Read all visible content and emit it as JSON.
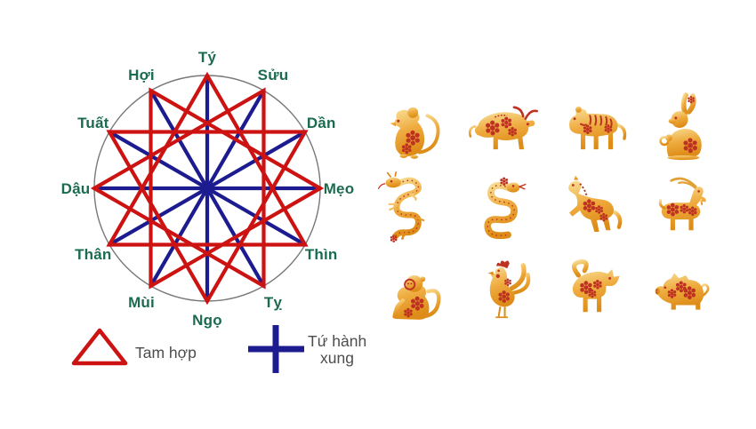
{
  "page": {
    "background": "#ffffff"
  },
  "diagram": {
    "signs": [
      {
        "key": "rat",
        "label": "Tý"
      },
      {
        "key": "ox",
        "label": "Sửu"
      },
      {
        "key": "tiger",
        "label": "Dần"
      },
      {
        "key": "cat",
        "label": "Mẹo"
      },
      {
        "key": "dragon",
        "label": "Thìn"
      },
      {
        "key": "snake",
        "label": "Tỵ"
      },
      {
        "key": "horse",
        "label": "Ngọ"
      },
      {
        "key": "goat",
        "label": "Mùi"
      },
      {
        "key": "monkey",
        "label": "Thân"
      },
      {
        "key": "rooster",
        "label": "Dậu"
      },
      {
        "key": "dog",
        "label": "Tuất"
      },
      {
        "key": "pig",
        "label": "Hợi"
      }
    ],
    "tam_hop_groups": [
      [
        "Tý",
        "Thìn",
        "Thân"
      ],
      [
        "Sửu",
        "Tỵ",
        "Dậu"
      ],
      [
        "Dần",
        "Ngọ",
        "Tuất"
      ],
      [
        "Mẹo",
        "Mùi",
        "Hợi"
      ]
    ],
    "tu_hanh_xung_groups": [
      [
        "Tý",
        "Ngọ",
        "Mẹo",
        "Dậu"
      ],
      [
        "Dần",
        "Thân",
        "Tỵ",
        "Hợi"
      ],
      [
        "Thìn",
        "Tuất",
        "Sửu",
        "Mùi"
      ]
    ],
    "colors": {
      "tam_hop": "#CC1312",
      "tu_hanh_xung": "#1C1C90",
      "sign_label": "#1B6B4F",
      "circle_outline": "#787878"
    }
  },
  "legend": {
    "tam_hop_label": "Tam hợp",
    "tu_hanh_xung_label": "Tứ hành xung",
    "tu_hanh_xung_lines": [
      "Tứ hành",
      "xung"
    ],
    "text_color": "#4D4D4D"
  },
  "animal_grid": {
    "icons": [
      "rat-icon",
      "ox-icon",
      "tiger-icon",
      "rabbit-icon",
      "dragon-icon",
      "snake-icon",
      "horse-icon",
      "goat-icon",
      "monkey-icon",
      "rooster-icon",
      "dog-icon",
      "pig-icon"
    ],
    "colors": {
      "gold_light": "#F8DE96",
      "gold": "#EFAC40",
      "gold_dark": "#DD8C17",
      "accent": "#BE3222"
    }
  }
}
